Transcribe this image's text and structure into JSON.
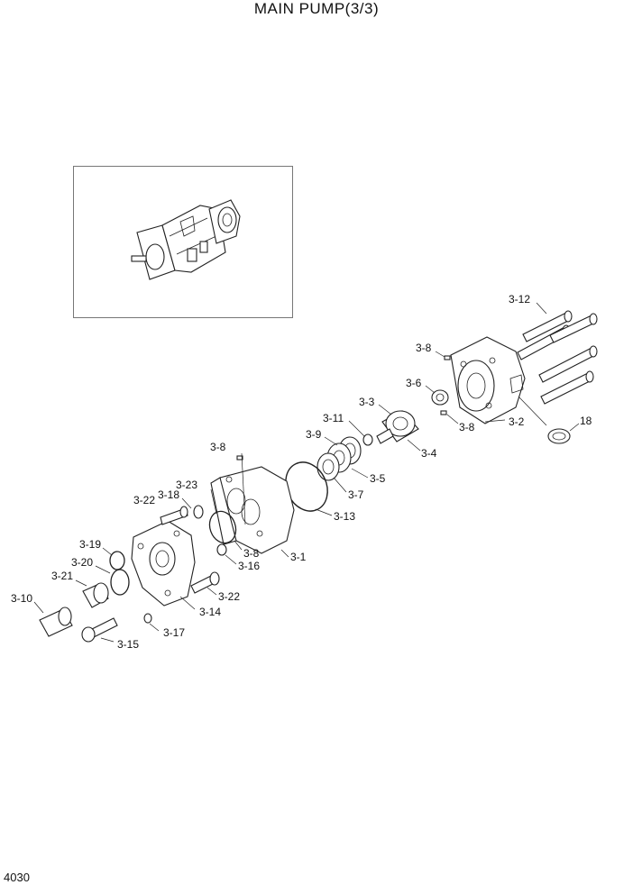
{
  "title": "MAIN PUMP(3/3)",
  "page_number": "4030",
  "callouts": {
    "c3_12": "3-12",
    "c3_8a": "3-8",
    "c3_6": "3-6",
    "c3_3": "3-3",
    "c3_8b": "3-8",
    "c3_2": "3-2",
    "c18": "18",
    "c3_11": "3-11",
    "c3_9": "3-9",
    "c3_4": "3-4",
    "c3_8c": "3-8",
    "c3_5": "3-5",
    "c3_7": "3-7",
    "c3_23": "3-23",
    "c3_13": "3-13",
    "c3_22a": "3-22",
    "c3_18": "3-18",
    "c3_8d": "3-8",
    "c3_1": "3-1",
    "c3_19": "3-19",
    "c3_16": "3-16",
    "c3_20": "3-20",
    "c3_21": "3-21",
    "c3_22b": "3-22",
    "c3_10": "3-10",
    "c3_14": "3-14",
    "c3_17": "3-17",
    "c3_15": "3-15"
  }
}
